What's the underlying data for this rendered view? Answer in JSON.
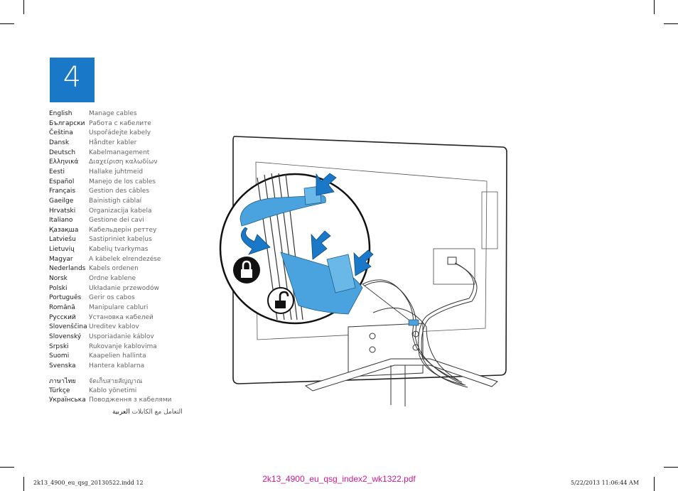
{
  "step": {
    "number": "4"
  },
  "languages": [
    {
      "name": "English",
      "text": "Manage cables"
    },
    {
      "name": "Български",
      "text": "Работа с кабелите"
    },
    {
      "name": "Čeština",
      "text": "Uspořádejte kabely"
    },
    {
      "name": "Dansk",
      "text": "Håndter kabler"
    },
    {
      "name": "Deutsch",
      "text": "Kabelmanagement"
    },
    {
      "name": "Ελληνικά",
      "text": "Διαχείριση καλωδίων"
    },
    {
      "name": "Eesti",
      "text": "Hallake juhtmeid"
    },
    {
      "name": "Español",
      "text": "Manejo de los cables"
    },
    {
      "name": "Français",
      "text": "Gestion des câbles"
    },
    {
      "name": "Gaeilge",
      "text": "Bainistigh cáblaí"
    },
    {
      "name": "Hrvatski",
      "text": "Organizacija kabela"
    },
    {
      "name": "Italiano",
      "text": "Gestione dei cavi"
    },
    {
      "name": "Қазақша",
      "text": "Кабельдерін реттеу"
    },
    {
      "name": "Latviešu",
      "text": "Sastipriniet kabeļus"
    },
    {
      "name": "Lietuvių",
      "text": "Kabelių tvarkymas"
    },
    {
      "name": "Magyar",
      "text": "A kábelek elrendezése"
    },
    {
      "name": "Nederlands",
      "text": "Kabels ordenen"
    },
    {
      "name": "Norsk",
      "text": "Ordne kablene"
    },
    {
      "name": "Polski",
      "text": "Układanie przewodów"
    },
    {
      "name": "Português",
      "text": "Gerir os cabos"
    },
    {
      "name": "Română",
      "text": "Manipulare cabluri"
    },
    {
      "name": "Русский",
      "text": "Установка кабелей"
    },
    {
      "name": "Slovenščina",
      "text": "Ureditev kablov"
    },
    {
      "name": "Slovenský",
      "text": "Usporiadanie káblov"
    },
    {
      "name": "Srpski",
      "text": "Rukovanje kablovima"
    },
    {
      "name": "Suomi",
      "text": "Kaapelien hallinta"
    },
    {
      "name": "Svenska",
      "text": "Hantera kablarna"
    },
    {
      "name": "ภาษาไทย",
      "text": "จัดเก็บสายสัญญาณ"
    },
    {
      "name": "Türkçe",
      "text": "Kablo yönetimi"
    },
    {
      "name": "Українська",
      "text": "Поводження з кабелями"
    }
  ],
  "arabic": {
    "name": "العربية",
    "text": "التعامل مع الكابلات"
  },
  "footer": {
    "left": "2k13_4900_eu_qsg_20130522.indd   12",
    "center": "2k13_4900_eu_qsg_index2_wk1322.pdf",
    "right": "5/22/2013   11:06:44 AM"
  },
  "colors": {
    "accent": "#1a78c8",
    "strap": "#4aa3df",
    "footer_center": "#cc1a8c"
  }
}
